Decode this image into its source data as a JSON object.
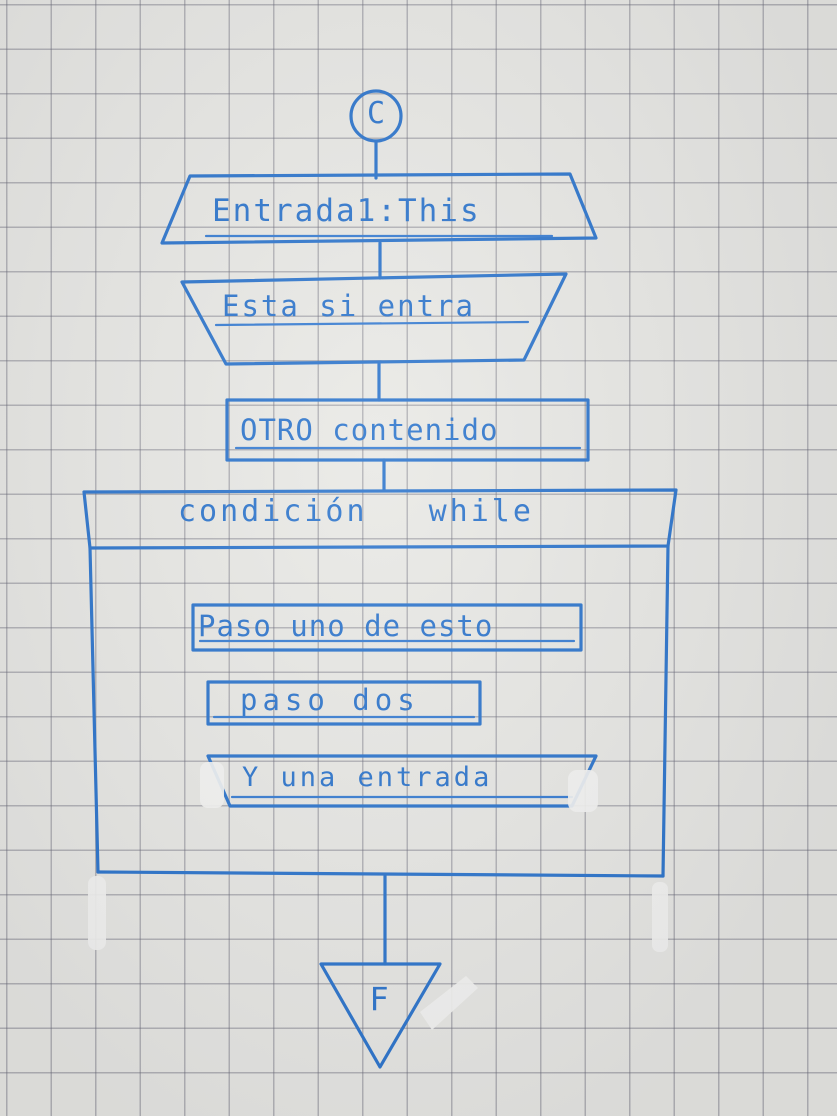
{
  "flowchart": {
    "start_connector": "C",
    "input_1": "Entrada1:This",
    "input_2": "Esta si entra",
    "process_1": "OTRO contenido",
    "loop_condition": "condición while",
    "loop_steps": [
      "Paso uno de esto",
      "paso dos",
      "Y una entrada"
    ],
    "end_terminal": "F"
  },
  "colors": {
    "ink": "#1f6cc9",
    "paper": "#e7e7e3",
    "grid": "#5f5f6e"
  }
}
